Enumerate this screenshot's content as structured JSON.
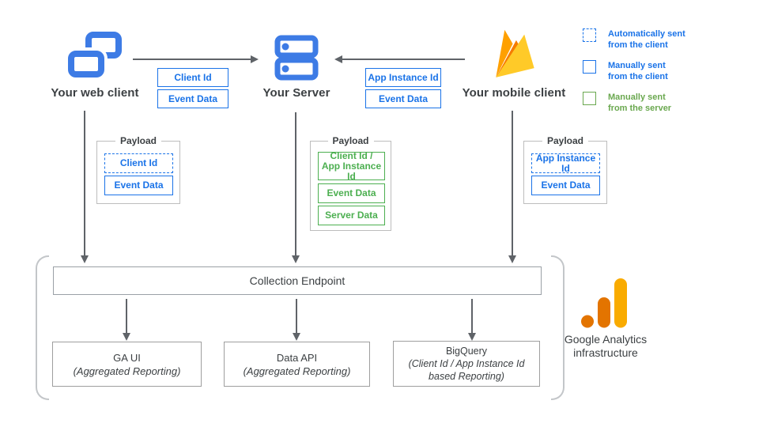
{
  "nodes": {
    "web_client": "Your web client",
    "server": "Your Server",
    "mobile_client": "Your mobile client"
  },
  "flow_tags": {
    "web_to_server": [
      "Client Id",
      "Event Data"
    ],
    "mobile_to_server": [
      "App Instance Id",
      "Event Data"
    ]
  },
  "legend": {
    "items": [
      {
        "label": "Automatically sent\nfrom the client",
        "style": "dashed-blue"
      },
      {
        "label": "Manually sent\nfrom the client",
        "style": "solid-blue"
      },
      {
        "label": "Manually sent\nfrom the server",
        "style": "solid-green"
      }
    ]
  },
  "payloads": {
    "web": {
      "title": "Payload",
      "items": [
        "Client Id",
        "Event Data"
      ]
    },
    "server": {
      "title": "Payload",
      "items": [
        "Client Id /\nApp Instance Id",
        "Event Data",
        "Server Data"
      ]
    },
    "mobile": {
      "title": "Payload",
      "items": [
        "App Instance Id",
        "Event Data"
      ]
    }
  },
  "infrastructure": {
    "endpoint": "Collection Endpoint",
    "outputs": [
      {
        "title": "GA UI",
        "subtitle": "(Aggregated Reporting)"
      },
      {
        "title": "Data API",
        "subtitle": "(Aggregated Reporting)"
      },
      {
        "title": "BigQuery",
        "subtitle": "(Client Id / App Instance Id\nbased Reporting)"
      }
    ],
    "label": "Google Analytics\ninfrastructure"
  },
  "colors": {
    "blue": "#1a73e8",
    "icon_blue": "#3D7BE5",
    "green": "#4CAF50",
    "legend_green": "#6AA84F",
    "arrow_gray": "#5F6368",
    "text_dark": "#3C4043",
    "firebase_left": "#FFA000",
    "firebase_mid": "#F57C00",
    "firebase_right": "#FFCA28",
    "ga_amber": "#F9AB00",
    "ga_orange": "#E37400"
  }
}
